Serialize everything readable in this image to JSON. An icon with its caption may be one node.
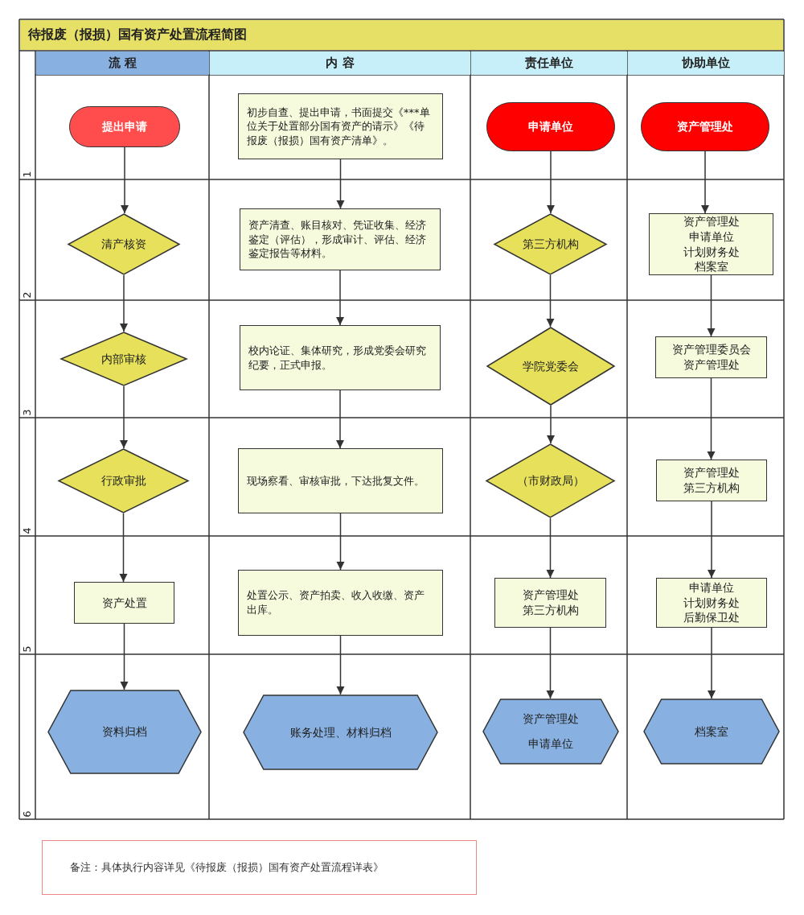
{
  "diagram": {
    "title": "待报废（报损）国有资产处置流程简图",
    "nodes": [
      {
        "text": [
          "流 程"
        ]
      },
      {
        "text": [
          "内 容"
        ]
      },
      {
        "text": [
          "责任单位"
        ]
      },
      {
        "text": [
          "协助单位"
        ]
      },
      {
        "text": [
          "提出申请"
        ]
      },
      {
        "text": [
          "初步自查、提出申请，书面提交《***单位关于处置部分国有资产的请示》《待报废（报损）国有资产清单》。"
        ]
      },
      {
        "text": [
          "申请单位"
        ]
      },
      {
        "text": [
          "资产管理处"
        ]
      },
      {
        "text": [
          "清产核资"
        ]
      },
      {
        "text": [
          "资产清查、账目核对、凭证收集、经济鉴定（评估），形成审计、评估、经济鉴定报告等材料。"
        ]
      },
      {
        "text": [
          "第三方机构"
        ]
      },
      {
        "text": [
          "资产管理处",
          "申请单位",
          "计划财务处",
          "档案室"
        ]
      },
      {
        "text": [
          "内部审核"
        ]
      },
      {
        "text": [
          "校内论证、集体研究，形成党委会研究纪要，正式申报。"
        ]
      },
      {
        "text": [
          "学院党委会"
        ]
      },
      {
        "text": [
          "资产管理委员会",
          "资产管理处"
        ]
      },
      {
        "text": [
          "行政审批"
        ]
      },
      {
        "text": [
          "现场察看、审核审批，下达批复文件。"
        ]
      },
      {
        "text": [
          "（市财政局）"
        ]
      },
      {
        "text": [
          "资产管理处",
          "第三方机构"
        ]
      },
      {
        "text": [
          "资产处置"
        ]
      },
      {
        "text": [
          "处置公示、资产拍卖、收入收缴、资产出库。"
        ]
      },
      {
        "text": [
          "资产管理处",
          "第三方机构"
        ]
      },
      {
        "text": [
          "申请单位",
          "计划财务处",
          "后勤保卫处"
        ]
      },
      {
        "text": [
          "资料归档"
        ]
      },
      {
        "text": [
          "账务处理、材料归档"
        ]
      },
      {
        "text": [
          "资产管理处",
          "申请单位"
        ]
      },
      {
        "text": [
          "档案室"
        ]
      },
      {
        "text": [
          "备注：具体执行内容详见《待报废（报损）国有资产处置流程详表》"
        ]
      }
    ],
    "edges": [
      {
        "from": 4,
        "to": 8,
        "arrow": "to"
      },
      {
        "from": 8,
        "to": 12,
        "arrow": "to"
      },
      {
        "from": 12,
        "to": 16,
        "arrow": "to"
      },
      {
        "from": 16,
        "to": 20,
        "arrow": "to"
      },
      {
        "from": 20,
        "to": 24,
        "arrow": "to"
      },
      {
        "from": 5,
        "to": 9,
        "arrow": "to"
      },
      {
        "from": 9,
        "to": 13,
        "arrow": "to"
      },
      {
        "from": 13,
        "to": 17,
        "arrow": "to"
      },
      {
        "from": 17,
        "to": 21,
        "arrow": "to"
      },
      {
        "from": 21,
        "to": 25,
        "arrow": "to"
      },
      {
        "from": 6,
        "to": 10,
        "arrow": "to"
      },
      {
        "from": 10,
        "to": 14,
        "arrow": "to"
      },
      {
        "from": 14,
        "to": 18,
        "arrow": "to"
      },
      {
        "from": 18,
        "to": 22,
        "arrow": "to"
      },
      {
        "from": 22,
        "to": 26,
        "arrow": "to"
      },
      {
        "from": 7,
        "to": 11,
        "arrow": "to"
      },
      {
        "from": 11,
        "to": 15,
        "arrow": "to"
      },
      {
        "from": 15,
        "to": 19,
        "arrow": "to"
      },
      {
        "from": 19,
        "to": 23,
        "arrow": "to"
      },
      {
        "from": 23,
        "to": 27,
        "arrow": "to"
      }
    ],
    "labels": [
      "1",
      "2",
      "3",
      "4",
      "5",
      "6"
    ]
  }
}
